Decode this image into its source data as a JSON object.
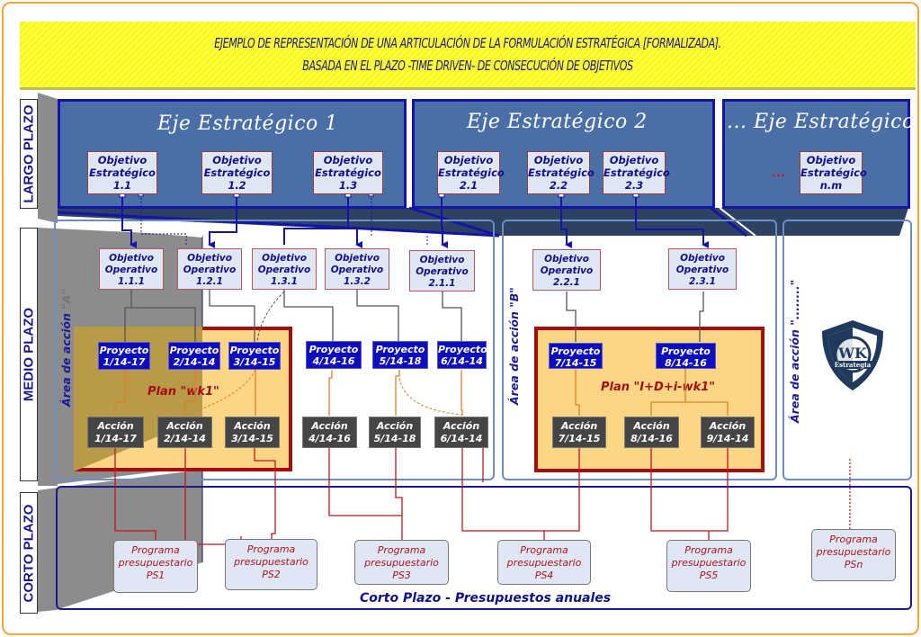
{
  "title": {
    "line1": "EJEMPLO DE REPRESENTACIÓN DE UNA ARTICULACIÓN DE LA FORMULACIÓN ESTRATÉGICA [FORMALIZADA].",
    "line2": "BASADA EN EL PLAZO -TIME DRIVEN- DE CONSECUCIÓN DE OBJETIVOS"
  },
  "levels": {
    "largo": "LARGO PLAZO",
    "medio": "MEDIO PLAZO",
    "corto": "CORTO PLAZO"
  },
  "ejes": [
    {
      "title": "Eje Estratégico 1"
    },
    {
      "title": "Eje Estratégico 2"
    },
    {
      "title": "... Eje Estratégico N"
    }
  ],
  "objetivos_estrategicos": [
    {
      "l1": "Objetivo",
      "l2": "Estratégico",
      "id": "1.1"
    },
    {
      "l1": "Objetivo",
      "l2": "Estratégico",
      "id": "1.2"
    },
    {
      "l1": "Objetivo",
      "l2": "Estratégico",
      "id": "1.3"
    },
    {
      "l1": "Objetivo",
      "l2": "Estratégico",
      "id": "2.1"
    },
    {
      "l1": "Objetivo",
      "l2": "Estratégico",
      "id": "2.2"
    },
    {
      "l1": "Objetivo",
      "l2": "Estratégico",
      "id": "2.3"
    },
    {
      "l1": "Objetivo",
      "l2": "Estratégico",
      "id": "n.m"
    }
  ],
  "ellipsis_n": "...",
  "objetivos_operativos": [
    {
      "l1": "Objetivo",
      "l2": "Operativo",
      "id": "1.1.1"
    },
    {
      "l1": "Objetivo",
      "l2": "Operativo",
      "id": "1.2.1"
    },
    {
      "l1": "Objetivo",
      "l2": "Operativo",
      "id": "1.3.1"
    },
    {
      "l1": "Objetivo",
      "l2": "Operativo",
      "id": "1.3.2"
    },
    {
      "l1": "Objetivo",
      "l2": "Operativo",
      "id": "2.1.1"
    },
    {
      "l1": "Objetivo",
      "l2": "Operativo",
      "id": "2.2.1"
    },
    {
      "l1": "Objetivo",
      "l2": "Operativo",
      "id": "2.3.1"
    }
  ],
  "areas": [
    {
      "label": "Área de acción ",
      "tag": "\"A\""
    },
    {
      "label": "Área de acción ",
      "tag": "\"B\""
    },
    {
      "label": "Área de acción ",
      "tag": "\"........\""
    }
  ],
  "planes": [
    {
      "label": "Plan \"wk1\""
    },
    {
      "label": "Plan \"I+D+i-wk1\""
    }
  ],
  "proyectos": [
    {
      "l1": "Proyecto",
      "id": "1/14-17"
    },
    {
      "l1": "Proyecto",
      "id": "2/14-14"
    },
    {
      "l1": "Proyecto",
      "id": "3/14-15"
    },
    {
      "l1": "Proyecto",
      "id": "4/14-16"
    },
    {
      "l1": "Proyecto",
      "id": "5/14-18"
    },
    {
      "l1": "Proyecto",
      "id": "6/14-14"
    },
    {
      "l1": "Proyecto",
      "id": "7/14-15"
    },
    {
      "l1": "Proyecto",
      "id": "8/14-16"
    }
  ],
  "acciones": [
    {
      "l1": "Acción",
      "id": "1/14-17"
    },
    {
      "l1": "Acción",
      "id": "2/14-14"
    },
    {
      "l1": "Acción",
      "id": "3/14-15"
    },
    {
      "l1": "Acción",
      "id": "4/14-16"
    },
    {
      "l1": "Acción",
      "id": "5/14-18"
    },
    {
      "l1": "Acción",
      "id": "6/14-14"
    },
    {
      "l1": "Acción",
      "id": "7/14-15"
    },
    {
      "l1": "Acción",
      "id": "8/14-16"
    },
    {
      "l1": "Acción",
      "id": "9/14-14"
    }
  ],
  "programas": [
    {
      "l1": "Programa",
      "l2": "presupuestario",
      "id": "PS1"
    },
    {
      "l1": "Programa",
      "l2": "presupuestario",
      "id": "PS2"
    },
    {
      "l1": "Programa",
      "l2": "presupuestario",
      "id": "PS3"
    },
    {
      "l1": "Programa",
      "l2": "presupuestario",
      "id": "PS4"
    },
    {
      "l1": "Programa",
      "l2": "presupuestario",
      "id": "PS5"
    },
    {
      "l1": "Programa",
      "l2": "presupuestario",
      "id": "PSn"
    }
  ],
  "corto_plazo_label": "Corto Plazo - Presupuestos anuales",
  "logo": {
    "initials": "WK",
    "word": "Estrategia"
  },
  "colors": {
    "title_bg": "#ffff33",
    "slab": "#4a6ea6",
    "slab_border": "#1414a8",
    "proyecto": "#0d0dbd",
    "accion": "#454545",
    "plan_bg": "#fcd585",
    "plan_border": "#a50d0d",
    "frame": "#f2a53a"
  }
}
